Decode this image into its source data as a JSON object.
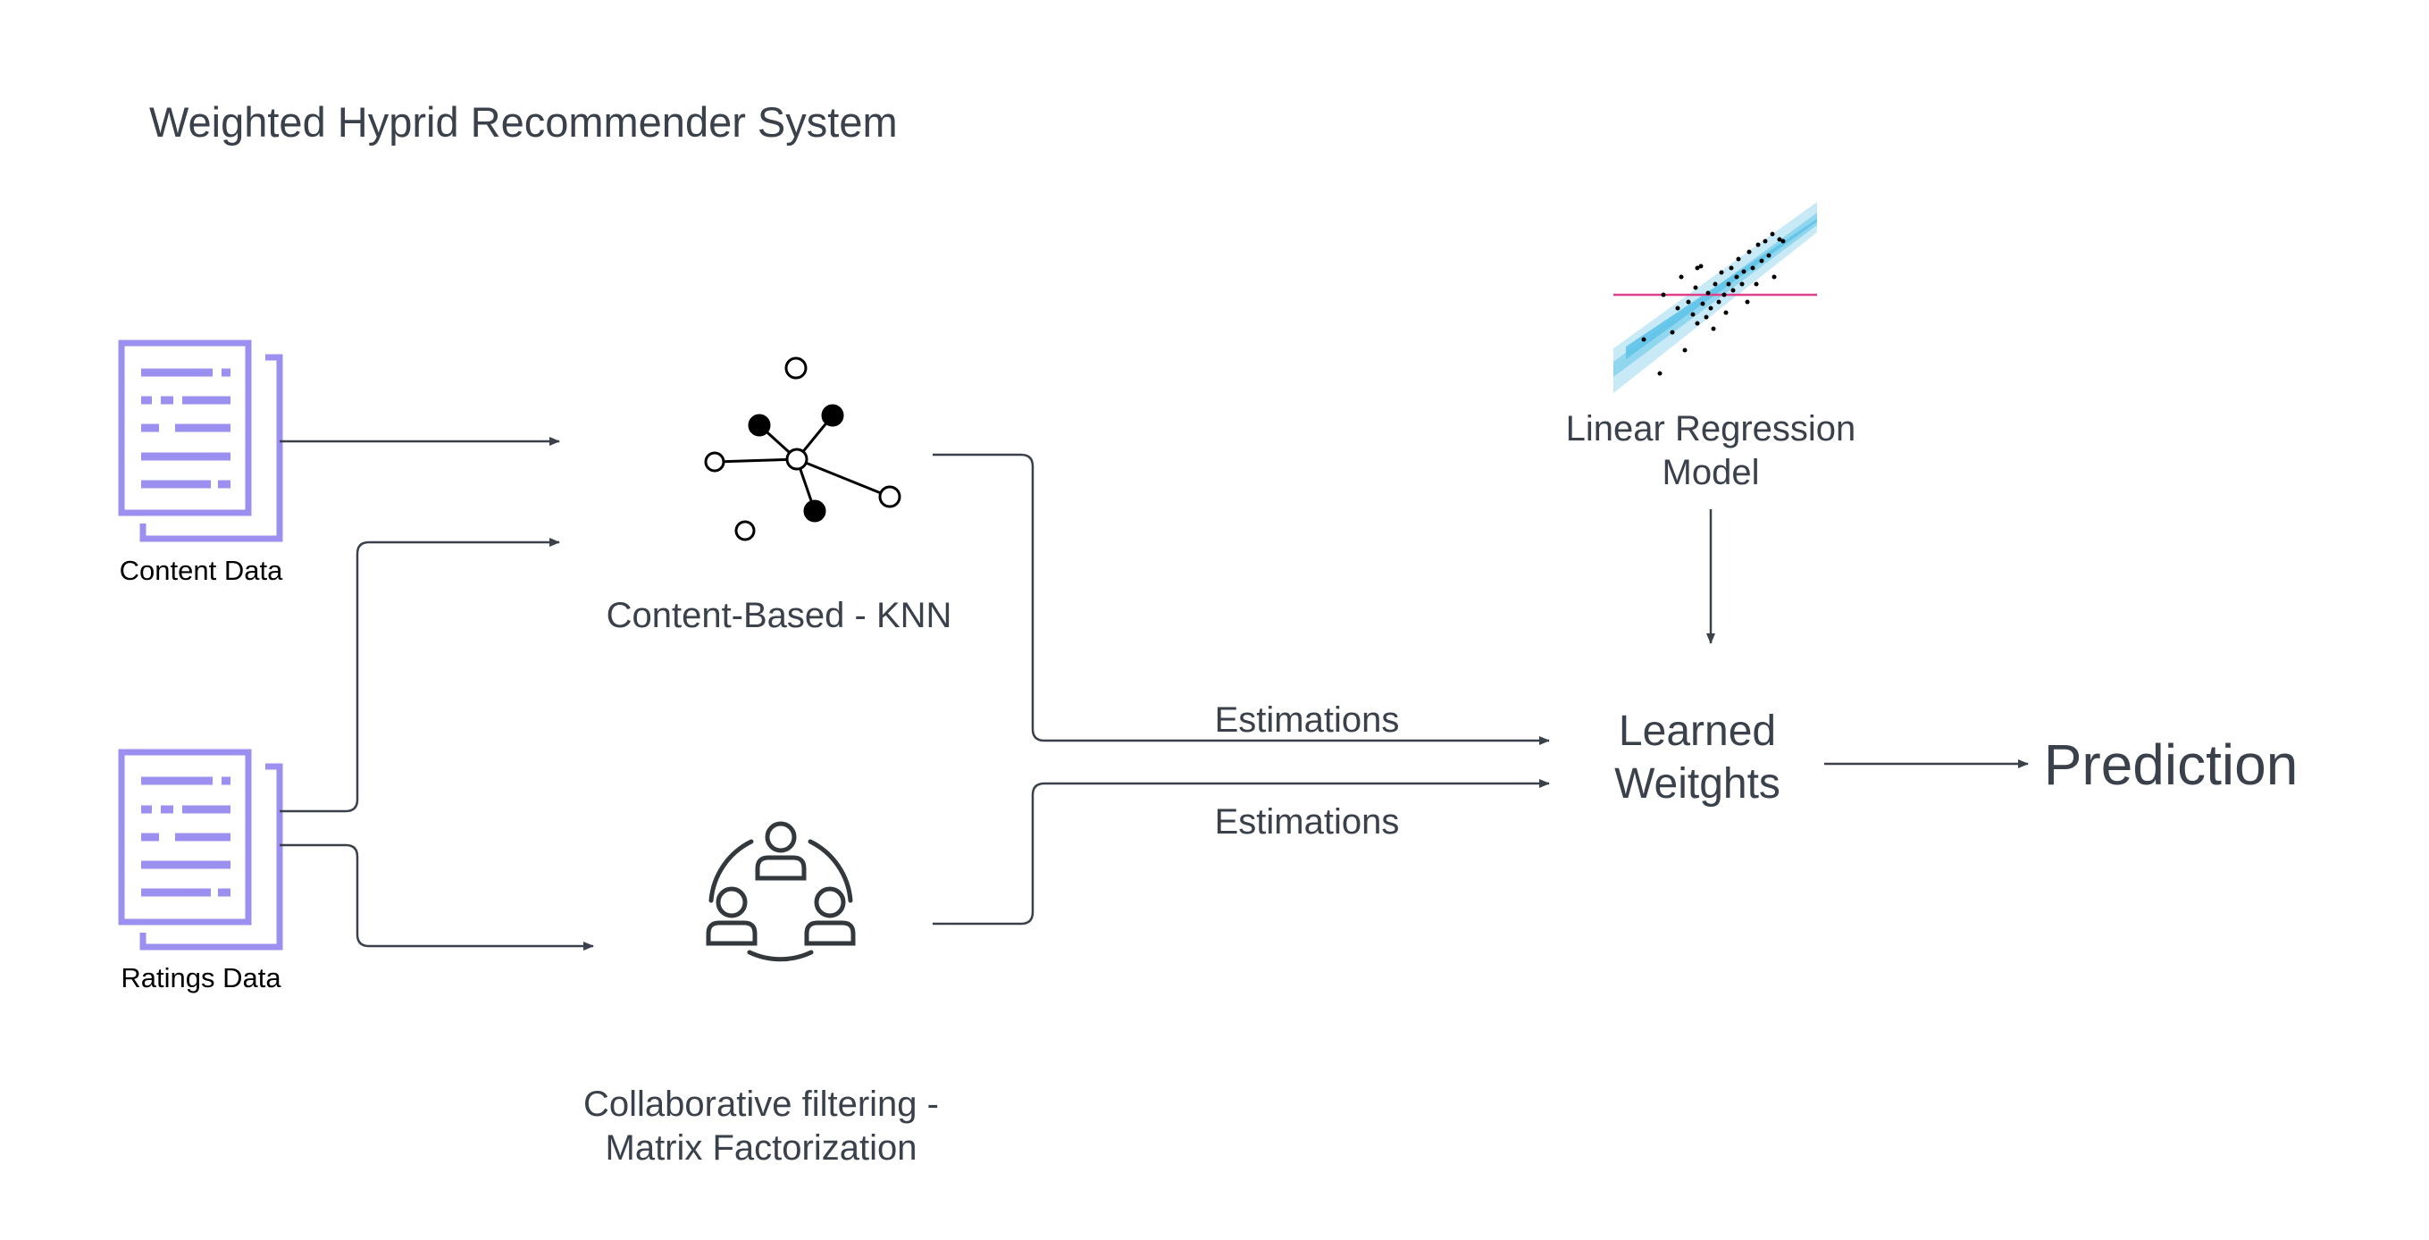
{
  "title": "Weighted Hyprid Recommender System",
  "inputs": {
    "content": {
      "label": "Content Data",
      "icon": "document-icon"
    },
    "ratings": {
      "label": "Ratings Data",
      "icon": "document-icon"
    }
  },
  "models": {
    "knn": {
      "label": "Content-Based - KNN",
      "icon": "network-nodes-icon"
    },
    "cf": {
      "label_line1": "Collaborative filtering -",
      "label_line2": "Matrix Factorization",
      "icon": "user-group-icon"
    },
    "regression": {
      "label_line1": "Linear Regression",
      "label_line2": "Model",
      "icon": "regression-plot-icon"
    }
  },
  "edges": {
    "estimation_top": "Estimations",
    "estimation_bottom": "Estimations"
  },
  "combiner": {
    "line1": "Learned",
    "line2": "Weitghts"
  },
  "output": {
    "label": "Prediction"
  },
  "colors": {
    "doc_icon": "#9b8ff0",
    "text": "#3a414a",
    "line": "#3a414a",
    "regression_band": "#62c4e8",
    "regression_baseline": "#e0408a"
  }
}
